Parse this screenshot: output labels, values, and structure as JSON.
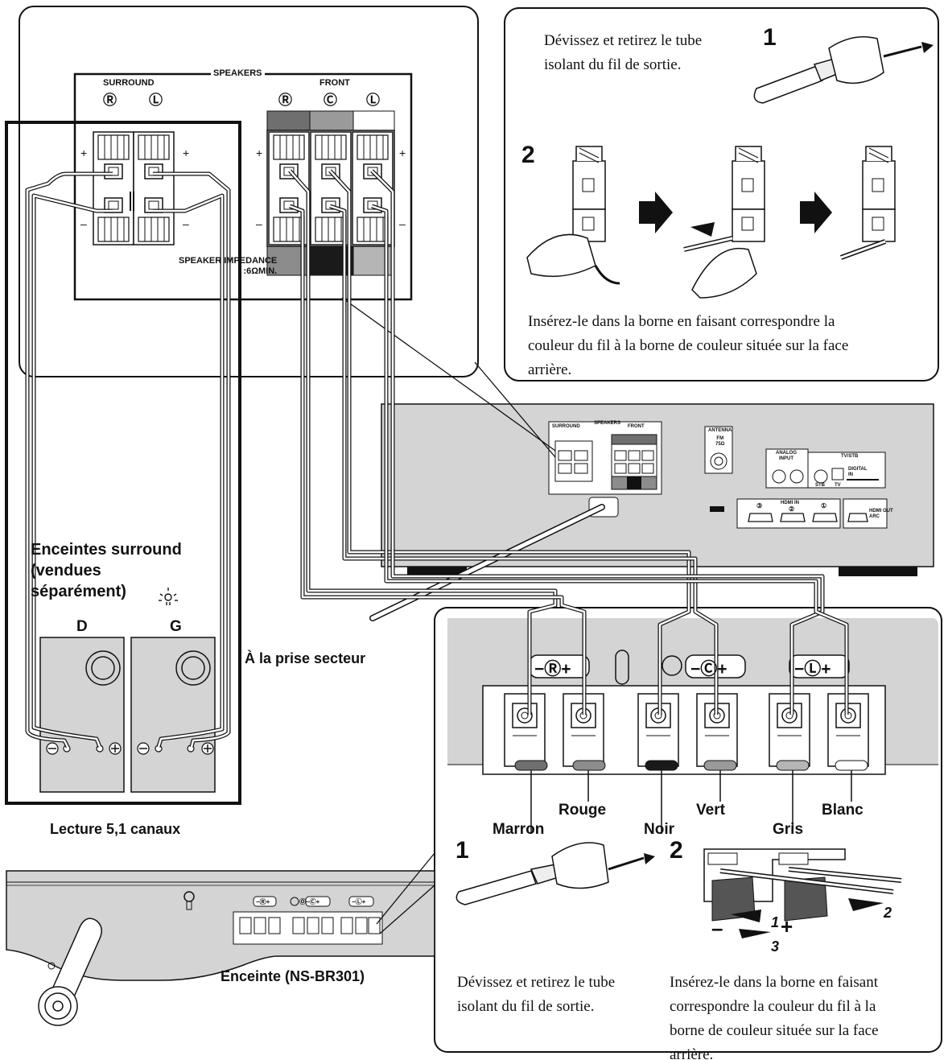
{
  "top_panel": {
    "speakers_header": "SPEAKERS",
    "surround_header": "SURROUND",
    "front_header": "FRONT",
    "glyph_r": "Ⓡ",
    "glyph_l": "Ⓛ",
    "glyph_c": "Ⓒ",
    "plus": "+",
    "minus": "–",
    "impedance": "SPEAKER IMPEDANCE\n:6ΩMIN."
  },
  "install_top": {
    "step1_num": "1",
    "step1_text": "Dévissez et retirez le tube\nisolant du fil de sortie.",
    "step2_num": "2",
    "step2_text": "Insérez-le dans la borne en faisant correspondre la\ncouleur du fil à la borne de couleur située sur la face\narrière."
  },
  "surround": {
    "label": "Enceintes surround\n(vendues\nséparément)",
    "right_letter": "D",
    "left_letter": "G",
    "playback_label": "Lecture 5,1 canaux"
  },
  "outlet_label": "À la prise secteur",
  "receiver": {
    "surround": "SURROUND",
    "speakers": "SPEAKERS",
    "front": "FRONT",
    "antenna": "ANTENNA",
    "fm": "FM\n75Ω",
    "analog_input": "ANALOG\nINPUT",
    "tv_stb": "TV/STB",
    "digital_in": "DIGITAL\nIN",
    "stb": "STB",
    "tv": "TV",
    "hdmi_in": "HDMI IN",
    "hdmi_out": "HDMI OUT\nARC",
    "in3": "③",
    "in2": "②",
    "in1": "①"
  },
  "bar_terminals": {
    "r_label": "−Ⓡ+",
    "c_label": "−Ⓒ+",
    "l_label": "−Ⓛ+"
  },
  "wire_colors": {
    "marron": "Marron",
    "rouge": "Rouge",
    "noir": "Noir",
    "vert": "Vert",
    "gris": "Gris",
    "blanc": "Blanc"
  },
  "bottom_steps": {
    "step1_num": "1",
    "step1_text": "Dévissez et retirez le tube\nisolant du fil de sortie.",
    "step2_num": "2",
    "step2_text": "Insérez-le dans la borne en faisant\ncorrespondre la couleur du fil à la\nborne de couleur située sur la face\narrière.",
    "arrow1": "1",
    "arrow2": "2",
    "arrow3": "3",
    "plus": "+",
    "minus": "–"
  },
  "speaker_bar": {
    "label": "Enceinte (NS-BR301)",
    "r": "−Ⓡ+",
    "c": "Ⓞ−Ⓒ+",
    "l": "−Ⓛ+"
  },
  "colors": {
    "marron": "#6f6f6f",
    "rouge": "#8c8c8c",
    "noir": "#1a1a1a",
    "vert": "#9a9a9a",
    "gris": "#b5b5b5",
    "blanc": "#f2f2f2",
    "panel": "#d4d4d4"
  }
}
